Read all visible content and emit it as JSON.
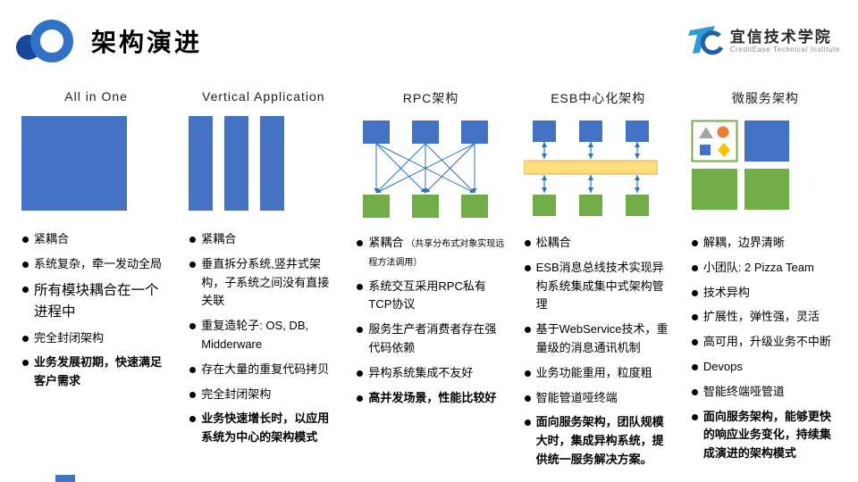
{
  "header": {
    "title": "架构演进",
    "brand_name": "宜信技术学院",
    "brand_subtitle": "CreditEase Technical Institute"
  },
  "icons": {
    "slide_logo": "two-overlapping-blue-circles",
    "brand_logo": "tc-monogram"
  },
  "colors": {
    "blue": "#4472C4",
    "green": "#70AD47",
    "yellow": "#FFDE7D",
    "yellow_border": "#D9B24A",
    "arrow": "#2E75B6",
    "gray_shape": "#A6A6A6",
    "orange_shape": "#ED7D31",
    "diamond_shape": "#FFC000"
  },
  "columns": [
    {
      "title": "All in One",
      "diagram": "allinone",
      "bullets": [
        {
          "text": "紧耦合",
          "bold": false
        },
        {
          "text": "系统复杂，牵一发动全局",
          "bold": false
        },
        {
          "text": "所有模块耦合在一个进程中",
          "bold": false,
          "large": true
        },
        {
          "text": "完全封闭架构",
          "bold": false
        },
        {
          "text": "业务发展初期，快速满足客户需求",
          "bold": true
        }
      ]
    },
    {
      "title": "Vertical Application",
      "diagram": "vertical",
      "bullets": [
        {
          "text": "紧耦合",
          "bold": false
        },
        {
          "text": "垂直拆分系统,竖井式架构，子系统之间没有直接关联",
          "bold": false
        },
        {
          "text": "重复造轮子: OS, DB, Midderware",
          "bold": false
        },
        {
          "text": "存在大量的重复代码拷贝",
          "bold": false
        },
        {
          "text": "完全封闭架构",
          "bold": false
        },
        {
          "text": "业务快速增长时，以应用系统为中心的架构模式",
          "bold": true
        }
      ]
    },
    {
      "title": "RPC架构",
      "diagram": "rpc",
      "bullets": [
        {
          "text": "紧耦合",
          "bold": false,
          "note": "（共享分布式对象实现远程方法调用）"
        },
        {
          "text": "系统交互采用RPC私有TCP协议",
          "bold": false
        },
        {
          "text": "服务生产者消费者存在强代码依赖",
          "bold": false
        },
        {
          "text": "异构系统集成不友好",
          "bold": false
        },
        {
          "text": "高并发场景，性能比较好",
          "bold": true
        }
      ]
    },
    {
      "title": "ESB中心化架构",
      "diagram": "esb",
      "bullets": [
        {
          "text": "松耦合",
          "bold": false
        },
        {
          "text": "ESB消息总线技术实现异构系统集成集中式架构管理",
          "bold": false
        },
        {
          "text": "基于WebService技术，重量级的消息通讯机制",
          "bold": false
        },
        {
          "text": "业务功能重用，粒度粗",
          "bold": false
        },
        {
          "text": "智能管道哑终端",
          "bold": false
        },
        {
          "text": "面向服务架构，团队规模大时，集成异构系统，提供统一服务解决方案。",
          "bold": true
        }
      ]
    },
    {
      "title": "微服务架构",
      "diagram": "micro",
      "bullets": [
        {
          "text": "解耦，边界清晰",
          "bold": false
        },
        {
          "text": "小团队: 2 Pizza Team",
          "bold": false
        },
        {
          "text": "技术异构",
          "bold": false
        },
        {
          "text": "扩展性，弹性强，灵活",
          "bold": false
        },
        {
          "text": "高可用，升级业务不中断",
          "bold": false
        },
        {
          "text": "Devops",
          "bold": false
        },
        {
          "text": "智能终端哑管道",
          "bold": false
        },
        {
          "text": "面向服务架构，能够更快的响应业务变化，持续集成演进的架构模式",
          "bold": true
        }
      ]
    }
  ]
}
